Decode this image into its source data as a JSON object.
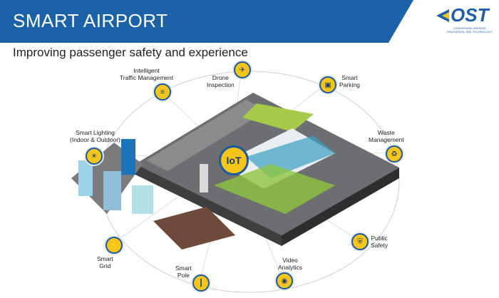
{
  "header": {
    "title": "SMART AIRPORT",
    "subtitle": "Improving passenger safety and experience",
    "brand_color": "#1b62a8"
  },
  "logo": {
    "text": "OST",
    "tagline": "CONVERGING MISSION, INNOVATION, AND TECHNOLOGY"
  },
  "center": {
    "label": "IoT"
  },
  "nodes": [
    {
      "label": "Drone\nInspection",
      "icon": "drone-icon"
    },
    {
      "label": "Intelligent\nTraffic Management",
      "icon": "traffic-light-icon"
    },
    {
      "label": "Smart\nParking",
      "icon": "car-icon"
    },
    {
      "label": "Smart Lighting\n(Indoor & Outdoor)",
      "icon": "bulb-icon"
    },
    {
      "label": "Waste\nManagement",
      "icon": "recycle-icon"
    },
    {
      "label": "Public\nSafety",
      "icon": "shield-icon"
    },
    {
      "label": "Smart\nGrid",
      "icon": "grid-icon"
    },
    {
      "label": "Smart\nPole",
      "icon": "pole-icon"
    },
    {
      "label": "Video\nAnalytics",
      "icon": "camera-icon"
    }
  ]
}
